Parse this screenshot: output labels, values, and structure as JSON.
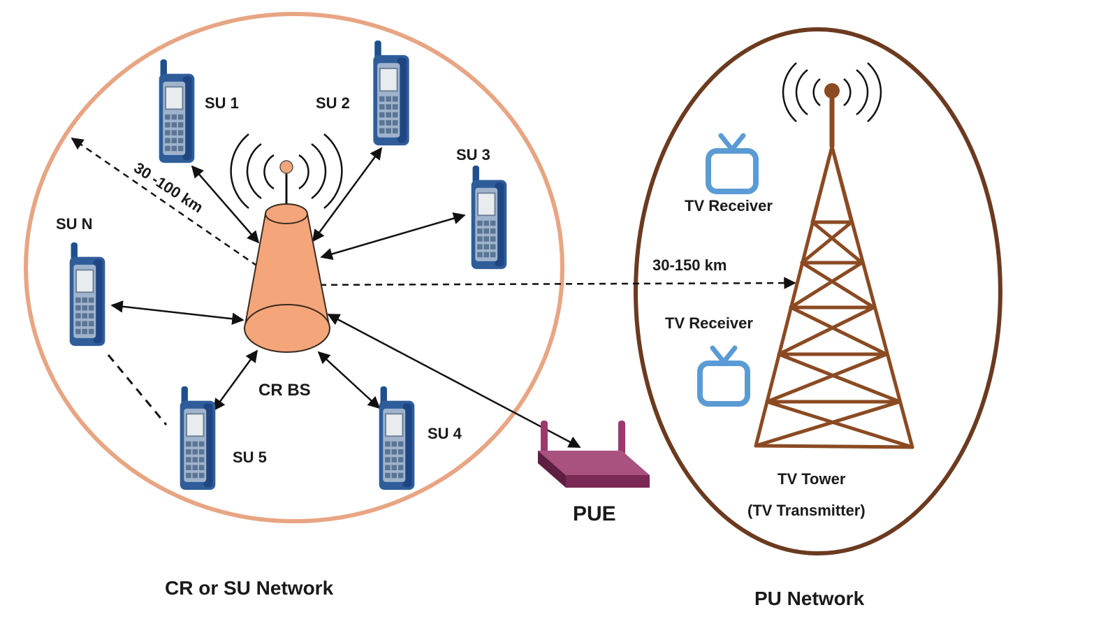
{
  "network_left": {
    "caption": "CR or SU Network",
    "base_station": "CR BS",
    "distance": "30 -100 km",
    "su": {
      "su1": "SU 1",
      "su2": "SU 2",
      "su3": "SU 3",
      "sun": "SU N",
      "su5": "SU 5",
      "su4": "SU 4"
    }
  },
  "pue": {
    "label": "PUE"
  },
  "link": {
    "distance": "30-150 km"
  },
  "network_right": {
    "caption": "PU Network",
    "receiver_top": "TV Receiver",
    "receiver_bottom": "TV Receiver",
    "tower_line1": "TV Tower",
    "tower_line2": "(TV Transmitter)"
  },
  "colors": {
    "left_circle": "#e8a583",
    "right_ellipse": "#6b3a1f",
    "base_station": "#f4a57a",
    "tower": "#8b4a22",
    "phone_body": "#2f5d9a",
    "tv": "#5b9bd5",
    "pue": "#7a2a55"
  },
  "icons": {
    "phone": "mobile-phone-icon",
    "tv": "tv-icon",
    "tower": "transmission-tower-icon",
    "router": "router-icon",
    "signal": "signal-waves-icon"
  }
}
